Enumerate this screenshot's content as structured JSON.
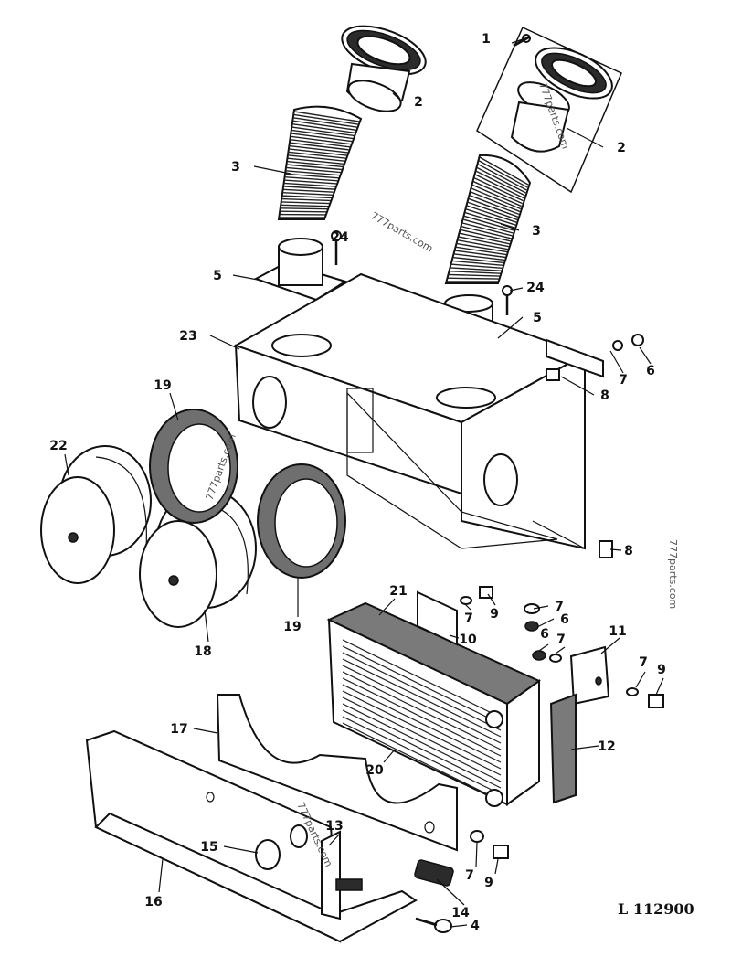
{
  "reference": "L 112900",
  "watermark": "777parts.com",
  "callouts": [
    "1",
    "2",
    "2",
    "3",
    "3",
    "24",
    "24",
    "5",
    "5",
    "23",
    "7",
    "6",
    "8",
    "8",
    "19",
    "19",
    "22",
    "18",
    "21",
    "7",
    "9",
    "7",
    "6",
    "10",
    "6",
    "7",
    "11",
    "7",
    "9",
    "12",
    "20",
    "17",
    "13",
    "15",
    "7",
    "9",
    "16",
    "14",
    "4"
  ]
}
